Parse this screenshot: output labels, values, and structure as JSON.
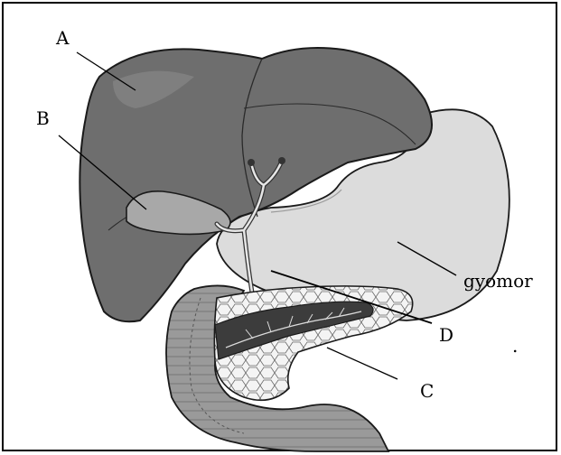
{
  "labels": {
    "a": "A",
    "b": "B",
    "c": "C",
    "d": "D",
    "stomach": "gyomor",
    "dot": "."
  },
  "colors": {
    "liver": "#6e6e6e",
    "liver_light": "#8a8a8a",
    "stomach": "#d9d9d9",
    "pancreas": "#f2f2f2",
    "duodenum": "#a9a9a9",
    "duct": "#e6e6e6",
    "outline": "#1a1a1a"
  }
}
